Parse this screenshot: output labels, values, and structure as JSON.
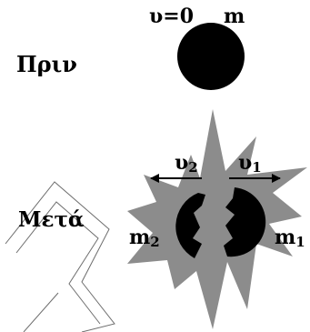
{
  "before": {
    "label": "Πριν",
    "velocity_label": "υ=0",
    "mass_label": "m"
  },
  "after": {
    "label": "Μετά",
    "velocity_left": "υ",
    "velocity_left_sub": "2",
    "velocity_right": "υ",
    "velocity_right_sub": "1",
    "mass_left": "m",
    "mass_left_sub": "2",
    "mass_right": "m",
    "mass_right_sub": "1"
  },
  "colors": {
    "ball": "#000000",
    "explosion": "#8c8c8c",
    "outline": "#6e6e6e",
    "text": "#000000"
  }
}
